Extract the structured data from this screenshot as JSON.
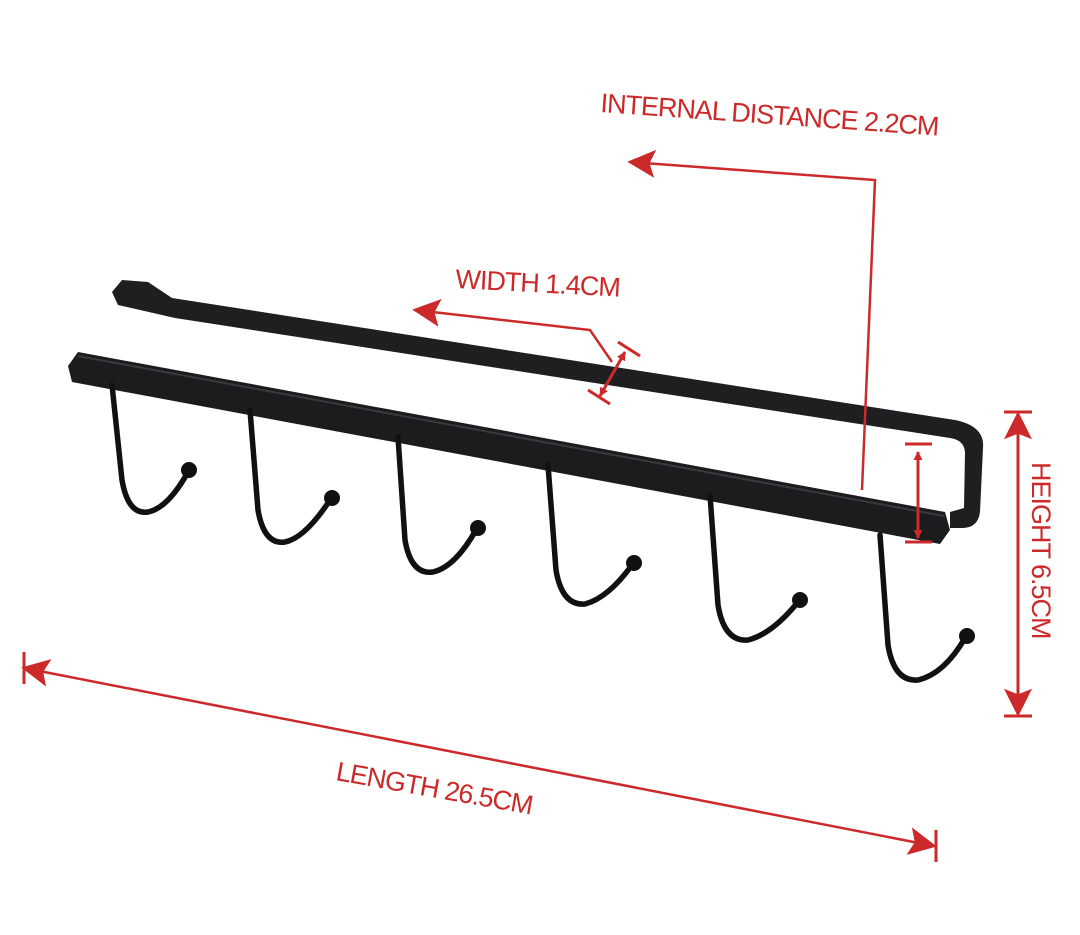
{
  "image_description": "Product dimension diagram of a black under-cabinet hanger rack with 6 hooks",
  "labels": {
    "internal_distance": "INTERNAL DISTANCE 2.2CM",
    "width": "WIDTH 1.4CM",
    "height": "HEIGHT 6.5CM",
    "length": "LENGTH 26.5CM"
  },
  "product": {
    "hook_count": 6
  },
  "colors": {
    "dimension": "#cc2a2a",
    "metal": "#1c1c1e",
    "background": "#ffffff"
  }
}
